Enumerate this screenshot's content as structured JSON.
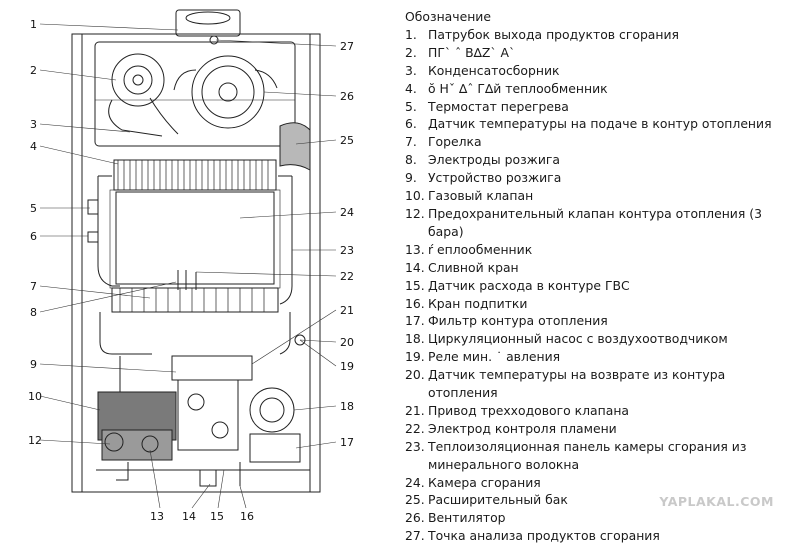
{
  "legend": {
    "heading": "Обозначение",
    "items": [
      {
        "num": "1.",
        "text": "Патрубок выхода продуктов сгорания"
      },
      {
        "num": "2.",
        "text": "ПГ` ˆ В∆Z` А`"
      },
      {
        "num": "3.",
        "text": "Конденсатосборник"
      },
      {
        "num": "4.",
        "text": "ŏ Hˇ ∆ˆ Г∆й теплообменник"
      },
      {
        "num": "5.",
        "text": "Термостат перегрева"
      },
      {
        "num": "6.",
        "text": "Датчик температуры на подаче в контур отопления"
      },
      {
        "num": "7.",
        "text": "Горелка"
      },
      {
        "num": "8.",
        "text": "Электроды розжига"
      },
      {
        "num": "9.",
        "text": "Устройство розжига"
      },
      {
        "num": "10.",
        "text": "Газовый клапан"
      },
      {
        "num": "12.",
        "text": "Предохранительный клапан контура отопления (3 бара)"
      },
      {
        "num": "13.",
        "text": "ŕ еплообменник"
      },
      {
        "num": "14.",
        "text": "Сливной кран"
      },
      {
        "num": "15.",
        "text": "Датчик расхода в контуре ГВС"
      },
      {
        "num": "16.",
        "text": "Кран подпитки"
      },
      {
        "num": "17.",
        "text": "Фильтр контура отопления"
      },
      {
        "num": "18.",
        "text": "Циркуляционный насос с воздухоотводчиком"
      },
      {
        "num": "19.",
        "text": "Реле мин. ˙ авления"
      },
      {
        "num": "20.",
        "text": "Датчик температуры на возврате из контура отопления"
      },
      {
        "num": "21.",
        "text": "Привод трехходового клапана"
      },
      {
        "num": "22.",
        "text": "Электрод контроля пламени"
      },
      {
        "num": "23.",
        "text": "Теплоизоляционная панель камеры сгорания из минерального волокна"
      },
      {
        "num": "24.",
        "text": "Камера сгорания"
      },
      {
        "num": "25.",
        "text": "Расширительный бак"
      },
      {
        "num": "26.",
        "text": "Вентилятор"
      },
      {
        "num": "27.",
        "text": "Точка анализа продуктов сгорания"
      }
    ]
  },
  "callouts": {
    "n1": "1",
    "n2": "2",
    "n3": "3",
    "n4": "4",
    "n5": "5",
    "n6": "6",
    "n7": "7",
    "n8": "8",
    "n9": "9",
    "n10": "10",
    "n12": "12",
    "n13": "13",
    "n14": "14",
    "n15": "15",
    "n16": "16",
    "n17": "17",
    "n18": "18",
    "n19": "19",
    "n20": "20",
    "n21": "21",
    "n22": "22",
    "n23": "23",
    "n24": "24",
    "n25": "25",
    "n26": "26",
    "n27": "27"
  },
  "watermark": "YAPLAKAL.COM",
  "colors": {
    "line": "#222222",
    "valve_body": "#7a7a7a",
    "expansion_tank": "#b8b8b8",
    "background": "#ffffff"
  }
}
